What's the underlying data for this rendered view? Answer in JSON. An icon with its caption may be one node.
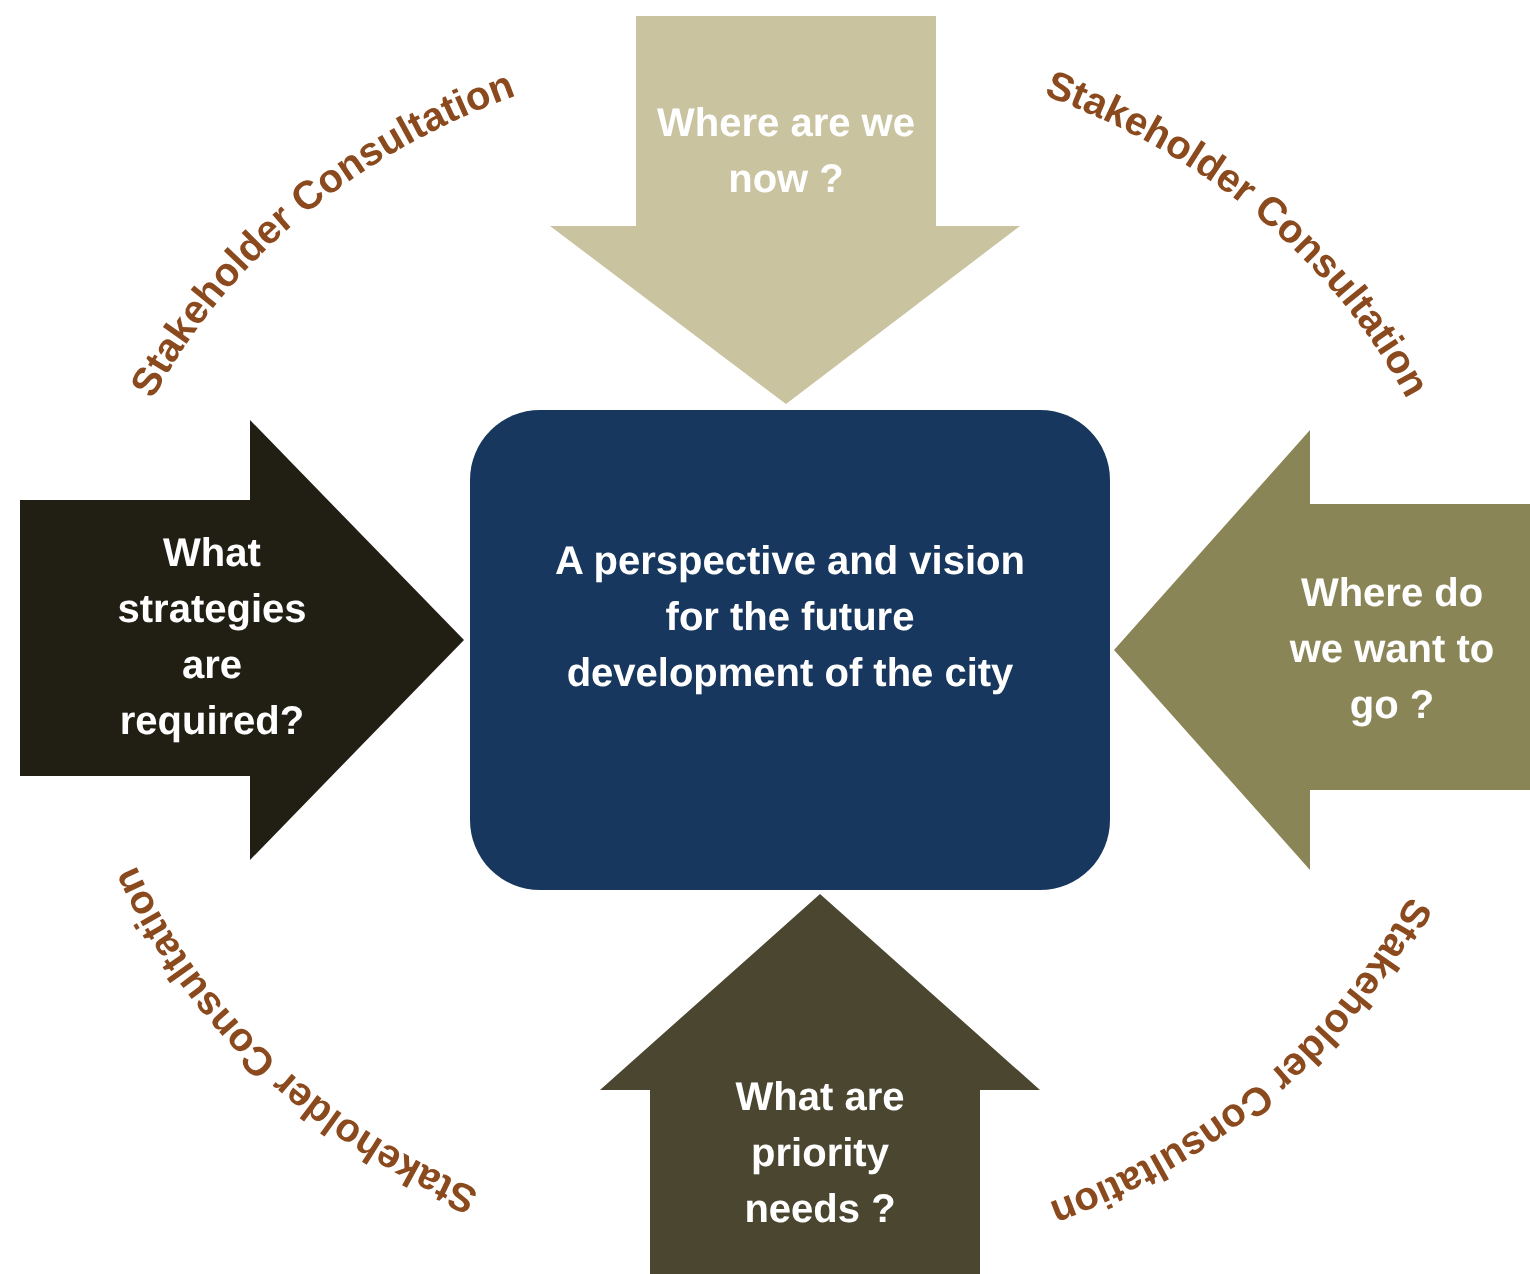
{
  "diagram": {
    "nodes": [
      {
        "text": [
          "Where are we now ?"
        ]
      },
      {
        "text": [
          "What strategies are required?"
        ]
      },
      {
        "text": [
          "A perspective and vision for the future development of the city"
        ]
      },
      {
        "text": [
          "Where do we want to go ?"
        ]
      },
      {
        "text": [
          "What are priority needs ?"
        ]
      }
    ],
    "labels": [
      "Stakeholder Consultation",
      "Stakeholder Consultation",
      "Stakeholder Consultation",
      "Stakeholder Consultation"
    ]
  }
}
